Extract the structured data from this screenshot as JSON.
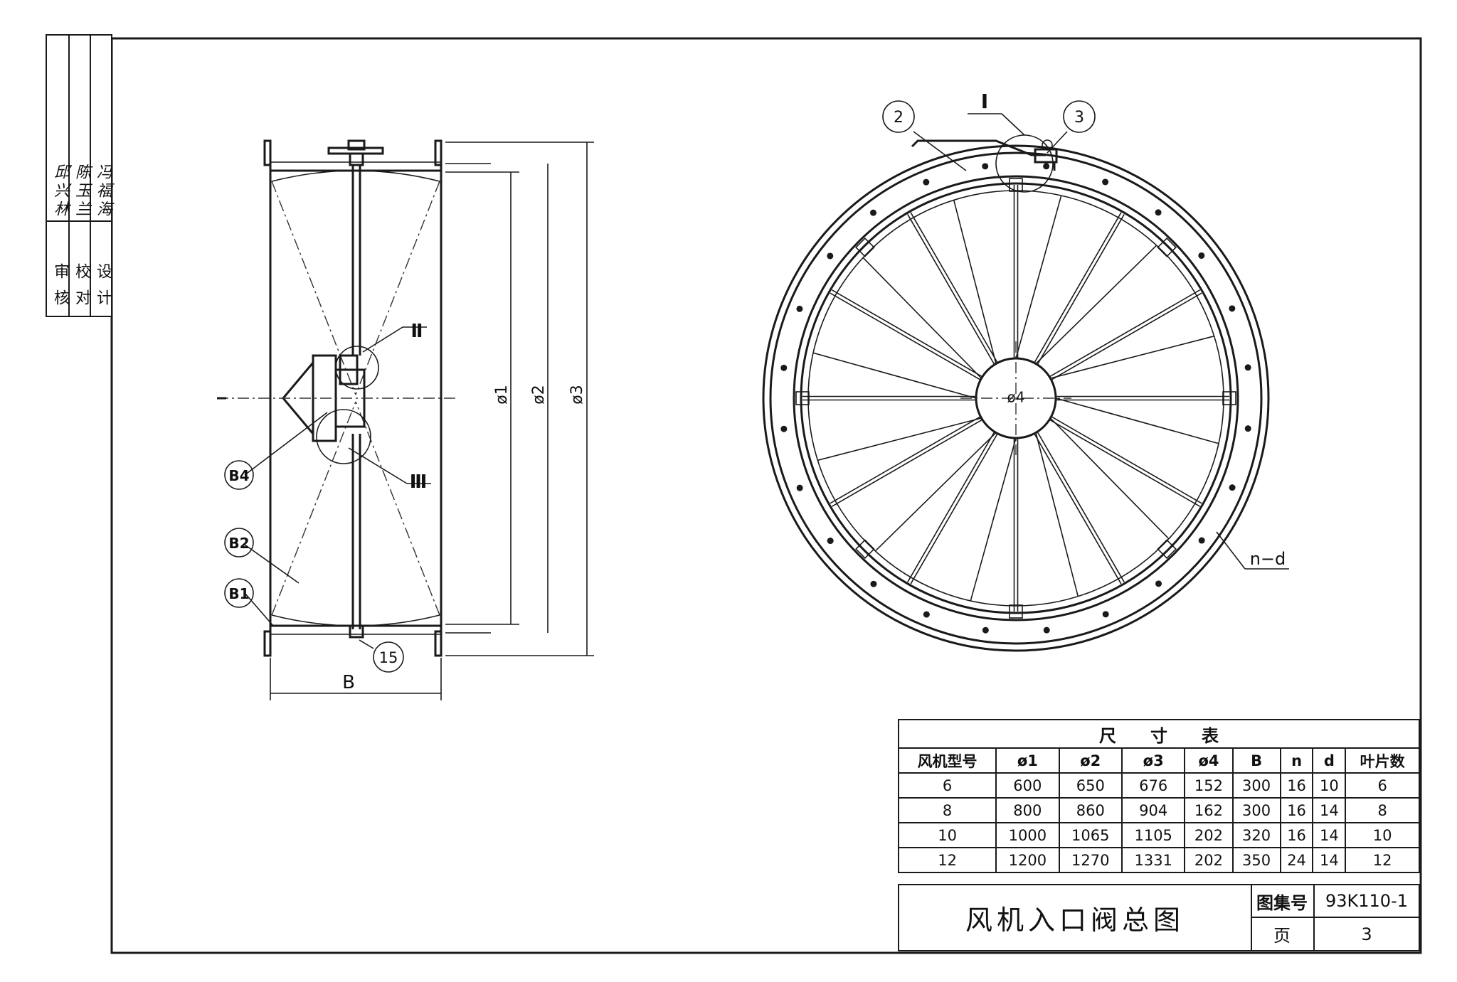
{
  "sign_block": {
    "roles": [
      "审 核",
      "校 对",
      "设 计"
    ],
    "signatures": [
      "邱兴林",
      "陈玉兰",
      "冯福海"
    ]
  },
  "drawing": {
    "side_view": {
      "width_label": "B",
      "dia1_label": "ø1",
      "dia2_label": "ø2",
      "dia3_label": "ø3",
      "callout_II": "Ⅱ",
      "callout_III": "Ⅲ",
      "callout_B4": "B4",
      "callout_B2": "B2",
      "callout_B1": "B1",
      "callout_15": "15"
    },
    "front_view": {
      "callout_2": "2",
      "callout_3": "3",
      "callout_I": "Ⅰ",
      "hub_label": "ø4",
      "holes_label": "n−d",
      "blade_count": 12
    }
  },
  "dimension_table": {
    "title": "尺　　寸　　表",
    "headers": [
      "风机型号",
      "ø1",
      "ø2",
      "ø3",
      "ø4",
      "B",
      "n",
      "d",
      "叶片数"
    ],
    "rows": [
      [
        "6",
        "600",
        "650",
        "676",
        "152",
        "300",
        "16",
        "10",
        "6"
      ],
      [
        "8",
        "800",
        "860",
        "904",
        "162",
        "300",
        "16",
        "14",
        "8"
      ],
      [
        "10",
        "1000",
        "1065",
        "1105",
        "202",
        "320",
        "16",
        "14",
        "10"
      ],
      [
        "12",
        "1200",
        "1270",
        "1331",
        "202",
        "350",
        "24",
        "14",
        "12"
      ]
    ]
  },
  "title_block": {
    "drawing_title": "风机入口阀总图",
    "atlas_label": "图集号",
    "atlas_value": "93K110-1",
    "page_label": "页",
    "page_value": "3"
  }
}
